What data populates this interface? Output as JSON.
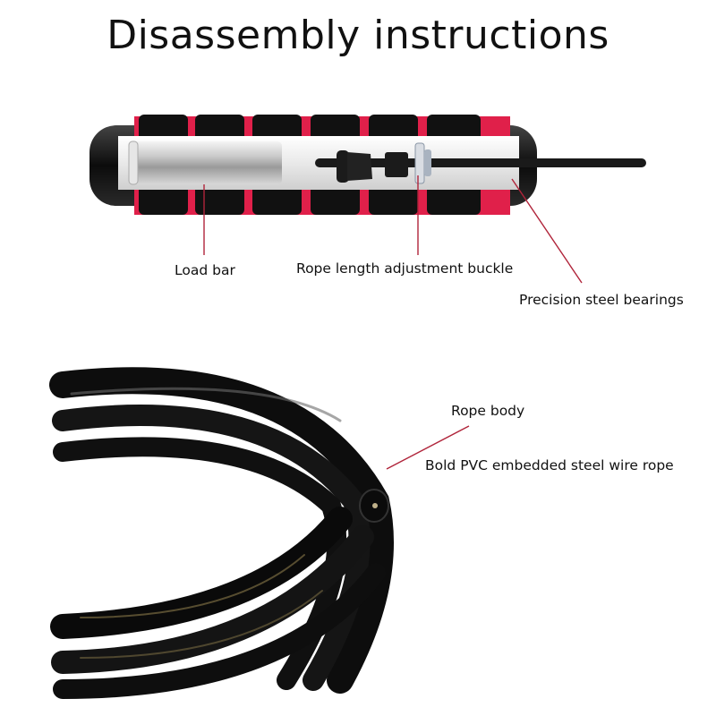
{
  "title": "Disassembly instructions",
  "handle_diagram": {
    "labels": {
      "load_bar": "Load bar",
      "adjustment_buckle": "Rope length adjustment buckle",
      "bearings": "Precision steel bearings"
    }
  },
  "rope_diagram": {
    "labels": {
      "rope_body": "Rope body",
      "rope_description": "Bold PVC embedded steel wire rope"
    }
  },
  "colors": {
    "leader_line": "#b0243a",
    "grip_foam": "#111111",
    "grip_accent": "#e0204a",
    "background": "#ffffff"
  }
}
